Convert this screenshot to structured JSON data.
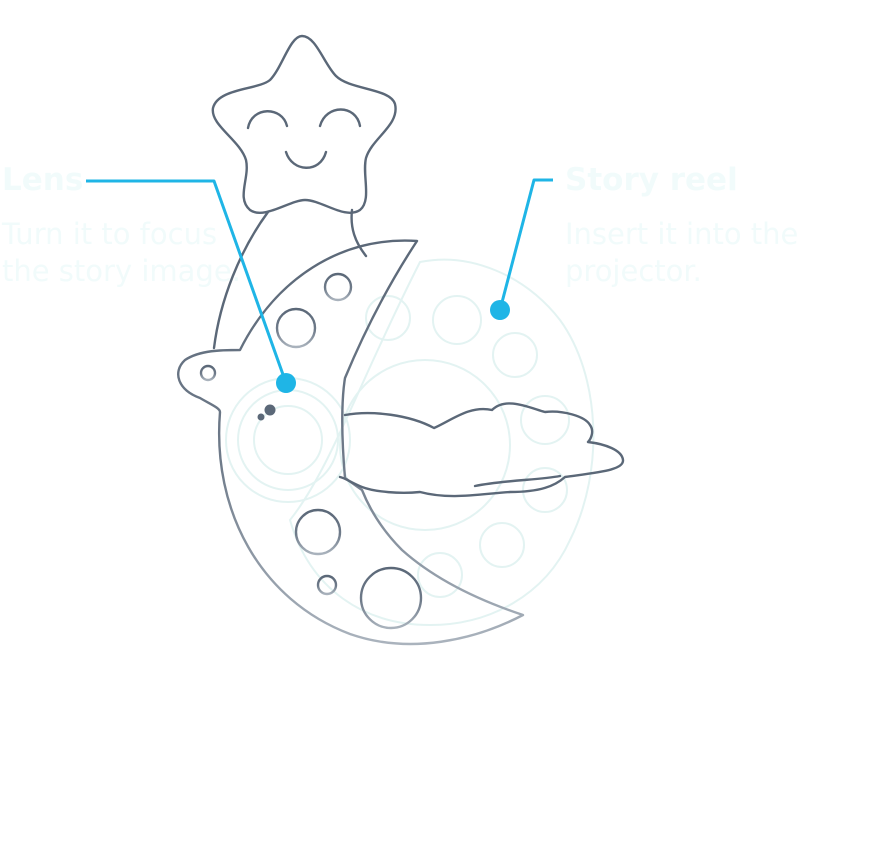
{
  "callouts": {
    "lens": {
      "title": "Lens",
      "description": "Turn it to focus the story image."
    },
    "story_reel": {
      "title": "Story reel",
      "description": "Insert it into the projector."
    }
  },
  "colors": {
    "outline": "#5b6878",
    "outline_light": "#a4adb8",
    "accent": "#1fb5e6",
    "faint": "#e3f3f2",
    "label_text": "#f1fbfb"
  },
  "icons": {
    "figure": "star-moon-projector-icon",
    "reel": "story-reel-icon",
    "lens": "lens-icon"
  }
}
